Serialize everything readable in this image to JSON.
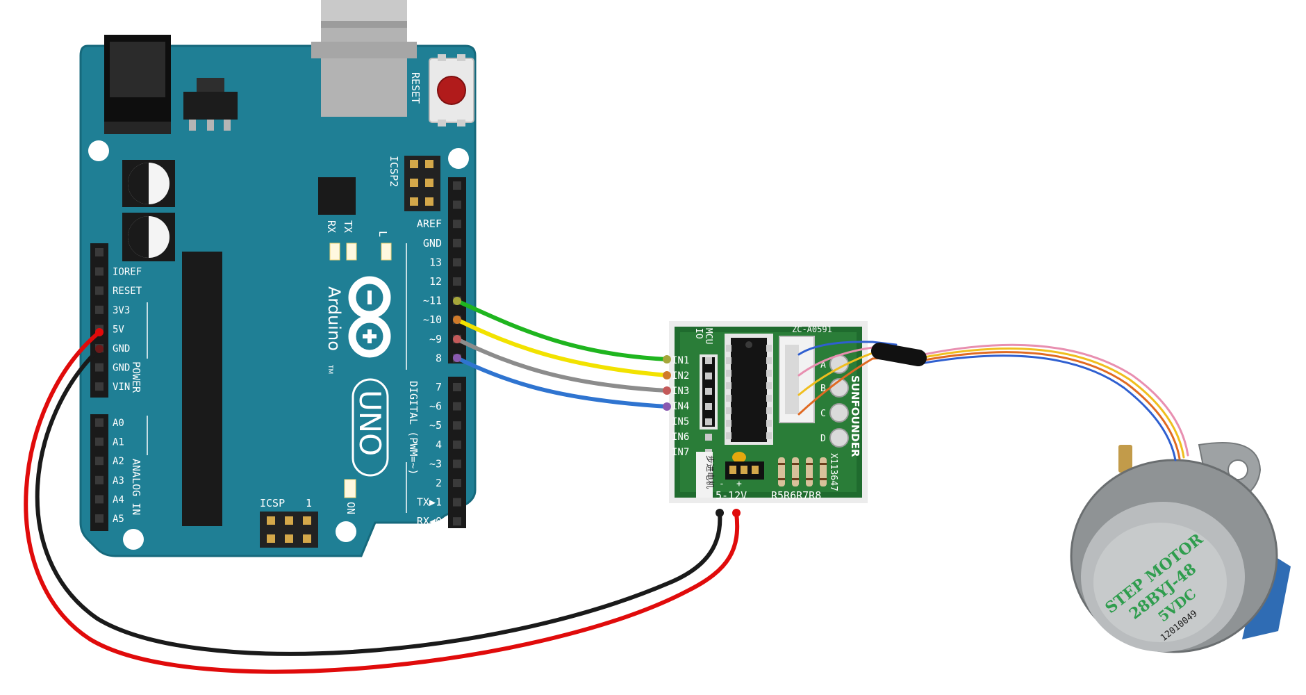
{
  "arduino": {
    "reset_label": "RESET",
    "icsp2_label": "ICSP2",
    "icsp_label": "ICSP",
    "icsp_pin1": "1",
    "rx_label": "RX",
    "tx_label": "TX",
    "l_label": "L",
    "on_label": "ON",
    "brand": "Arduino",
    "tm": "TM",
    "model": "UNO",
    "digital_section": "DIGITAL (PWM=~)",
    "power_section": "POWER",
    "analog_section": "ANALOG IN",
    "digital_pins": [
      "AREF",
      "GND",
      "13",
      "12",
      "~11",
      "~10",
      "~9",
      "8",
      "7",
      "~6",
      "~5",
      "4",
      "~3",
      "2",
      "TX▶1",
      "RX◀0"
    ],
    "power_pins": [
      "IOREF",
      "RESET",
      "3V3",
      "5V",
      "GND",
      "GND",
      "VIN"
    ],
    "analog_pins": [
      "A0",
      "A1",
      "A2",
      "A3",
      "A4",
      "A5"
    ]
  },
  "driver": {
    "board_code": "ZC-A0591",
    "brand": "SUNFOUNDER",
    "mcu_label": "MCU",
    "io_label": "IO",
    "inputs": [
      "IN1",
      "IN2",
      "IN3",
      "IN4",
      "IN5",
      "IN6",
      "IN7"
    ],
    "chinese_label": "步进电机",
    "supply_label": "5-12V",
    "minus": "-",
    "plus": "+",
    "resistors": "R5R6R7R8",
    "led_a": "A",
    "led_b": "B",
    "led_c": "C",
    "led_d": "D",
    "chip_code": "X113647"
  },
  "motor": {
    "line1": "STEP MOTOR",
    "line2": "28BYJ-48",
    "line3": "5VDC",
    "line4": "12010049"
  },
  "colors": {
    "board": "#1f7f95",
    "board_edge": "#16697c",
    "wire_green": "#1fb51f",
    "wire_yellow": "#f2e200",
    "wire_gray": "#8c8c8c",
    "wire_blue": "#2f74d0",
    "wire_red": "#e00b0b",
    "wire_black": "#1a1a1a",
    "driver_pcb": "#1f6b2e"
  }
}
